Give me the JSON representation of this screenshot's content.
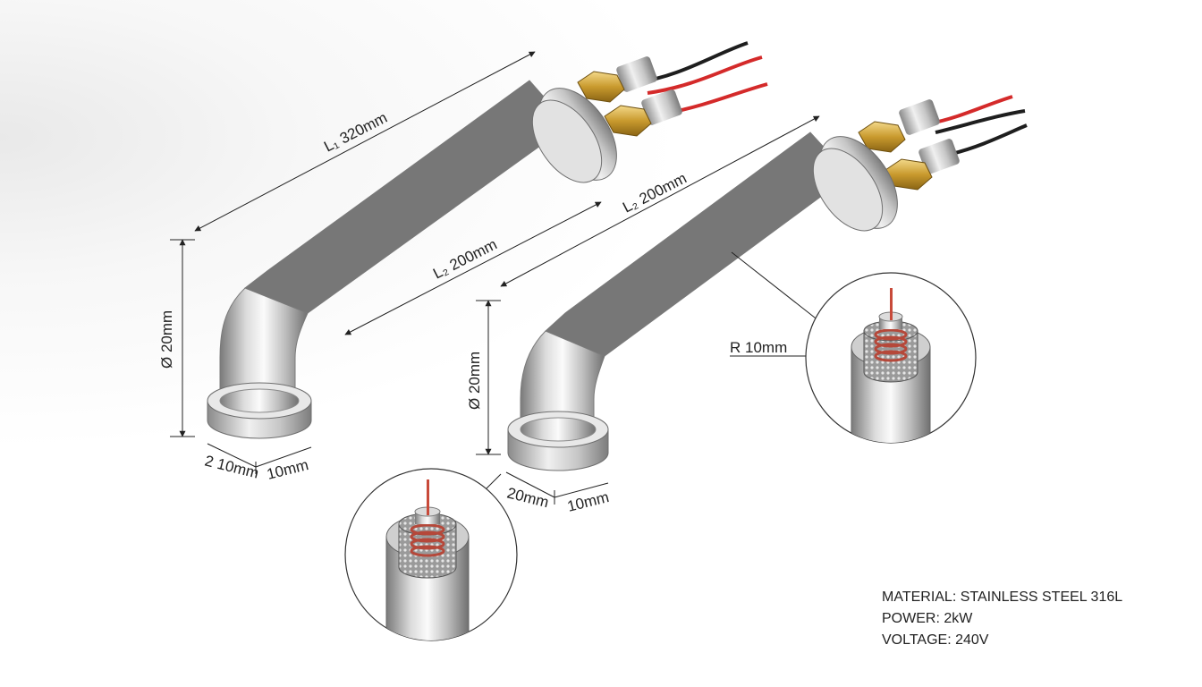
{
  "heater_left": {
    "length_l1": "L₁ 320mm",
    "length_l2": "L₂ 200mm",
    "diameter": "Ø 20mm",
    "flange_a": "2 10mm",
    "flange_b": "10mm"
  },
  "heater_right": {
    "length_l2": "L₂ 200mm",
    "diameter": "Ø 20mm",
    "bend_radius": "R 10mm",
    "flange_a": "20mm",
    "flange_b": "10mm"
  },
  "specs": {
    "material": "MATERIAL: STAINLESS STEEL 316L",
    "power": "POWER: 2kW",
    "voltage": "VOLTAGE: 240V"
  },
  "colors": {
    "steel_light": "#f4f4f4",
    "steel_dark": "#8c8c8c",
    "brass": "#d9b04a",
    "wire_red": "#d42a2a",
    "wire_black": "#1e1e1e",
    "coil": "#b5483a"
  }
}
